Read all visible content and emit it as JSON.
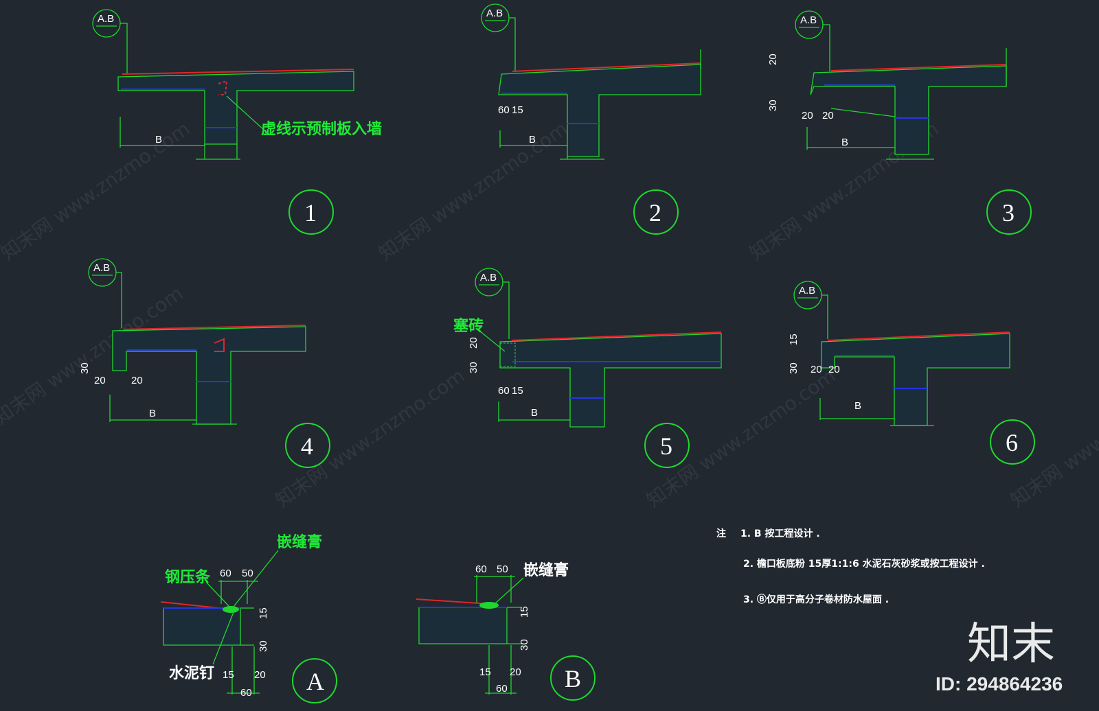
{
  "ref_tag": "A.B",
  "details": [
    {
      "id": "1",
      "span": "B",
      "note": "虚线示预制板入墙"
    },
    {
      "id": "2",
      "span": "B",
      "dims": [
        "60",
        "15"
      ]
    },
    {
      "id": "3",
      "span": "B",
      "dims_v": [
        "20",
        "30"
      ],
      "dims_h": [
        "20",
        "20"
      ]
    },
    {
      "id": "4",
      "span": "B",
      "dims_v": [
        "30"
      ],
      "dims_h": [
        "20",
        "20"
      ]
    },
    {
      "id": "5",
      "span": "B",
      "note": "塞砖",
      "dims_v": [
        "20",
        "30"
      ],
      "dims": [
        "60",
        "15"
      ]
    },
    {
      "id": "6",
      "span": "B",
      "dims_v": [
        "15",
        "30"
      ],
      "dims_h": [
        "20",
        "20"
      ]
    }
  ],
  "detail_a": {
    "id": "A",
    "label_strip": "钢压条",
    "label_sealant": "嵌缝膏",
    "label_nail": "水泥钉",
    "top_dims": [
      "60",
      "50"
    ],
    "side_dims": [
      "15",
      "30"
    ],
    "bottom_dims": [
      "15",
      "20",
      "60"
    ]
  },
  "detail_b": {
    "id": "B",
    "label_sealant": "嵌缝膏",
    "top_dims": [
      "60",
      "50"
    ],
    "side_dims": [
      "15",
      "30"
    ],
    "bottom_dims": [
      "15",
      "20",
      "60"
    ]
  },
  "notes": {
    "head": "注",
    "n1": "1. B 按工程设计 .",
    "n2": "2. 檐口板底粉 15厚1:1:6 水泥石灰砂浆或按工程设计 .",
    "n3": "3. Ⓑ仅用于高分子卷材防水屋面 ."
  },
  "watermark": "知末网 www.znzmo.com",
  "brand": {
    "name": "知末",
    "id_text": "ID: 294864236"
  },
  "colors": {
    "background": "#212830",
    "line_green": "#1fd82e",
    "line_blue": "#2436e0",
    "line_red": "#e0262a"
  }
}
